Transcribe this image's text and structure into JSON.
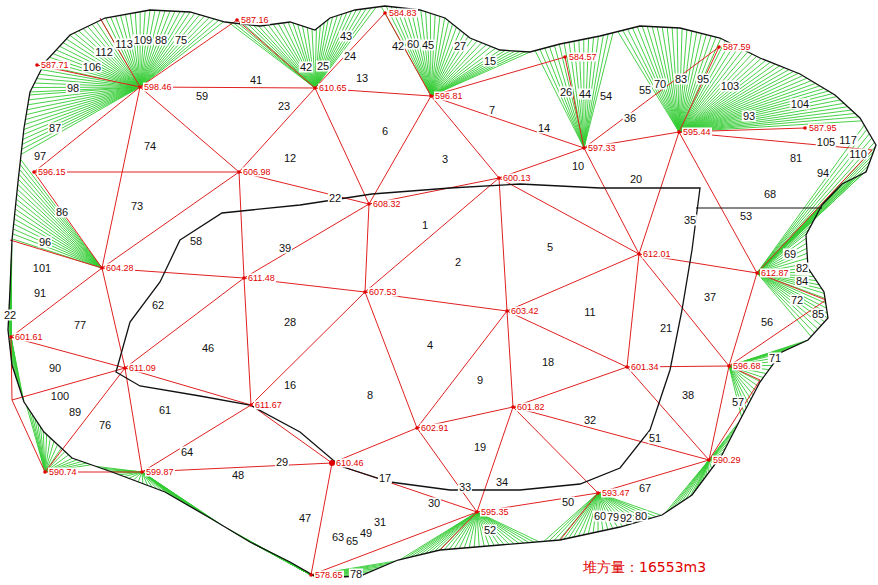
{
  "diagram": {
    "caption": "堆方量：16553m3",
    "labels": [
      "112",
      "113",
      "109",
      "88",
      "75",
      "106",
      "98",
      "59",
      "41",
      "43",
      "24",
      "42",
      "60",
      "45",
      "27",
      "15",
      "42",
      "25",
      "23",
      "13",
      "87",
      "74",
      "12",
      "6",
      "7",
      "26",
      "44",
      "54",
      "55",
      "70",
      "83",
      "95",
      "103",
      "93",
      "104",
      "14",
      "36",
      "105",
      "117",
      "110",
      "97",
      "3",
      "81",
      "94",
      "10",
      "20",
      "68",
      "86",
      "73",
      "22",
      "1",
      "35",
      "53",
      "58",
      "39",
      "2",
      "5",
      "96",
      "101",
      "69",
      "82",
      "84",
      "91",
      "62",
      "28",
      "11",
      "37",
      "72",
      "77",
      "85",
      "56",
      "4",
      "21",
      "46",
      "22",
      "90",
      "18",
      "71",
      "16",
      "8",
      "9",
      "100",
      "89",
      "38",
      "57",
      "61",
      "76",
      "32",
      "51",
      "64",
      "19",
      "29",
      "48",
      "17",
      "30",
      "33",
      "34",
      "50",
      "67",
      "47",
      "63",
      "65",
      "49",
      "31",
      "52",
      "60",
      "79",
      "92",
      "80",
      "78",
      "587.16",
      "584.83",
      "587.71",
      "598.46",
      "610.65",
      "596.81",
      "584.57",
      "587.59",
      "587.95",
      "597.33",
      "595.44",
      "596.15",
      "606.98",
      "600.13",
      "608.32",
      "604.28",
      "611.48",
      "607.53",
      "612.01",
      "612.87",
      "603.42",
      "601.61",
      "611.09",
      "601.34",
      "596.68",
      "611.67",
      "601.82",
      "602.91",
      "610.46",
      "590.74",
      "599.87",
      "590.29",
      "595.35",
      "593.47",
      "578.65"
    ]
  }
}
